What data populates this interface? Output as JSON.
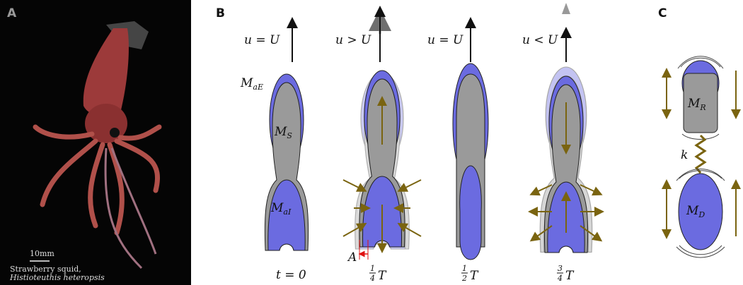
{
  "panels": {
    "a": "A",
    "b": "B",
    "c": "C"
  },
  "photo": {
    "scale_label": "10mm",
    "caption_line1": "Strawberry squid,",
    "caption_line2": "Histioteuthis heteropsis"
  },
  "velocity_labels": [
    "u = U",
    "u > U",
    "u = U",
    "u < U"
  ],
  "masses": {
    "added_external": {
      "base": "M",
      "sub": "aE"
    },
    "shell": {
      "base": "M",
      "sub": "S"
    },
    "added_internal": {
      "base": "M",
      "sub": "aI"
    },
    "rigid": {
      "base": "M",
      "sub": "R"
    },
    "deformable": {
      "base": "M",
      "sub": "D"
    }
  },
  "spring_label": "k",
  "amplitude_label": "A",
  "time_labels": [
    {
      "text": "t = 0"
    },
    {
      "num": "1",
      "den": "4",
      "var": "T"
    },
    {
      "num": "1",
      "den": "2",
      "var": "T"
    },
    {
      "num": "3",
      "den": "4",
      "var": "T"
    }
  ],
  "colors": {
    "blue": "#6b6be0",
    "gray": "#9a9a9a",
    "brown": "#7a6410",
    "red": "#e01010"
  }
}
